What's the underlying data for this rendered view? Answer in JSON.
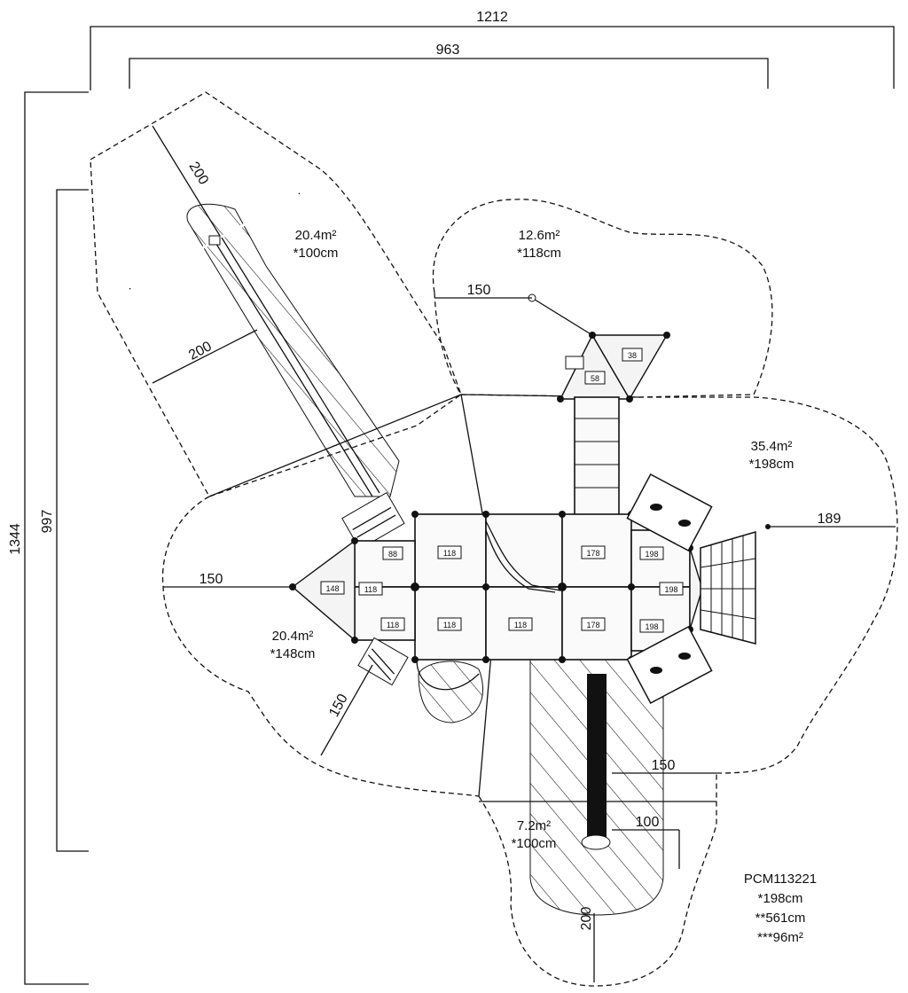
{
  "dimensions": {
    "outer_width": "1212",
    "inner_width": "963",
    "outer_height": "1344",
    "inner_height": "997"
  },
  "zone_dims": {
    "swing_length": "200",
    "swing_width": "200",
    "top_offset": "150",
    "net_offset": "189",
    "left_offset": "150",
    "bottom_left_offset": "150",
    "slide_side": "150",
    "slide_end": "100",
    "slide_bottom": "200"
  },
  "areas": {
    "swing": {
      "area": "20.4m²",
      "height": "*100cm"
    },
    "top": {
      "area": "12.6m²",
      "height": "*118cm"
    },
    "right": {
      "area": "35.4m²",
      "height": "*198cm"
    },
    "left": {
      "area": "20.4m²",
      "height": "*148cm"
    },
    "slide": {
      "area": "7.2m²",
      "height": "*100cm"
    }
  },
  "deck_labels": [
    "38",
    "58",
    "88",
    "118",
    "118",
    "148",
    "118",
    "118",
    "118",
    "118",
    "118",
    "178",
    "178",
    "198",
    "198",
    "198"
  ],
  "product": {
    "code": "PCM113221",
    "height": "*198cm",
    "length": "**561cm",
    "area": "***96m²"
  }
}
